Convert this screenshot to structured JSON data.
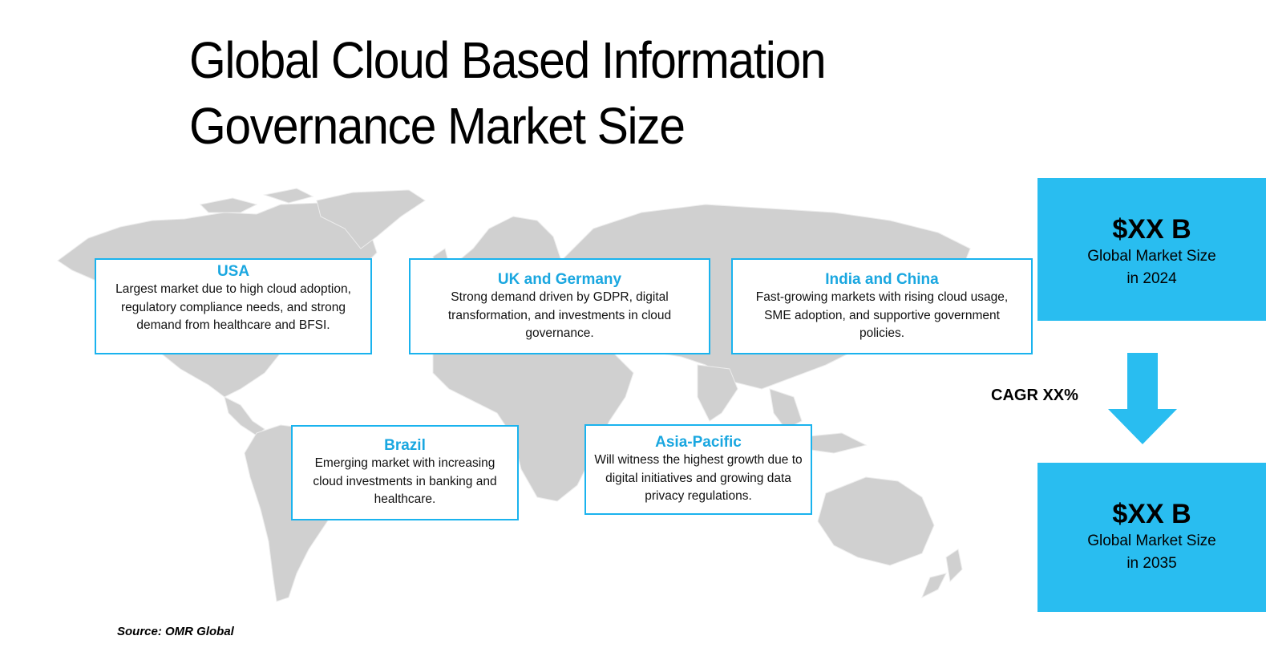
{
  "title": {
    "line1": "Global Cloud Based Information",
    "line2": "Governance Market Size"
  },
  "colors": {
    "accent": "#29bdf0",
    "card_border": "#1ab3ee",
    "card_title": "#1aa7e0",
    "map_land": "#d0d0d0"
  },
  "regions": [
    {
      "title": "USA",
      "body": "Largest market due to high cloud adoption, regulatory compliance needs, and strong demand from healthcare and BFSI."
    },
    {
      "title": "UK and Germany",
      "body": "Strong demand driven by GDPR, digital transformation, and investments in cloud governance."
    },
    {
      "title": "India and China",
      "body": "Fast-growing markets with rising cloud usage, SME adoption, and supportive government policies."
    },
    {
      "title": "Brazil",
      "body": "Emerging market with increasing cloud investments in banking and healthcare."
    },
    {
      "title": "Asia-Pacific",
      "body": "Will witness the highest growth due to digital initiatives and growing data privacy regulations."
    }
  ],
  "market": {
    "start": {
      "value": "$XX B",
      "label_line1": "Global Market Size",
      "label_line2": "in 2024"
    },
    "end": {
      "value": "$XX B",
      "label_line1": "Global Market Size",
      "label_line2": "in 2035"
    },
    "cagr": "CAGR XX%"
  },
  "source": "Source: OMR Global"
}
